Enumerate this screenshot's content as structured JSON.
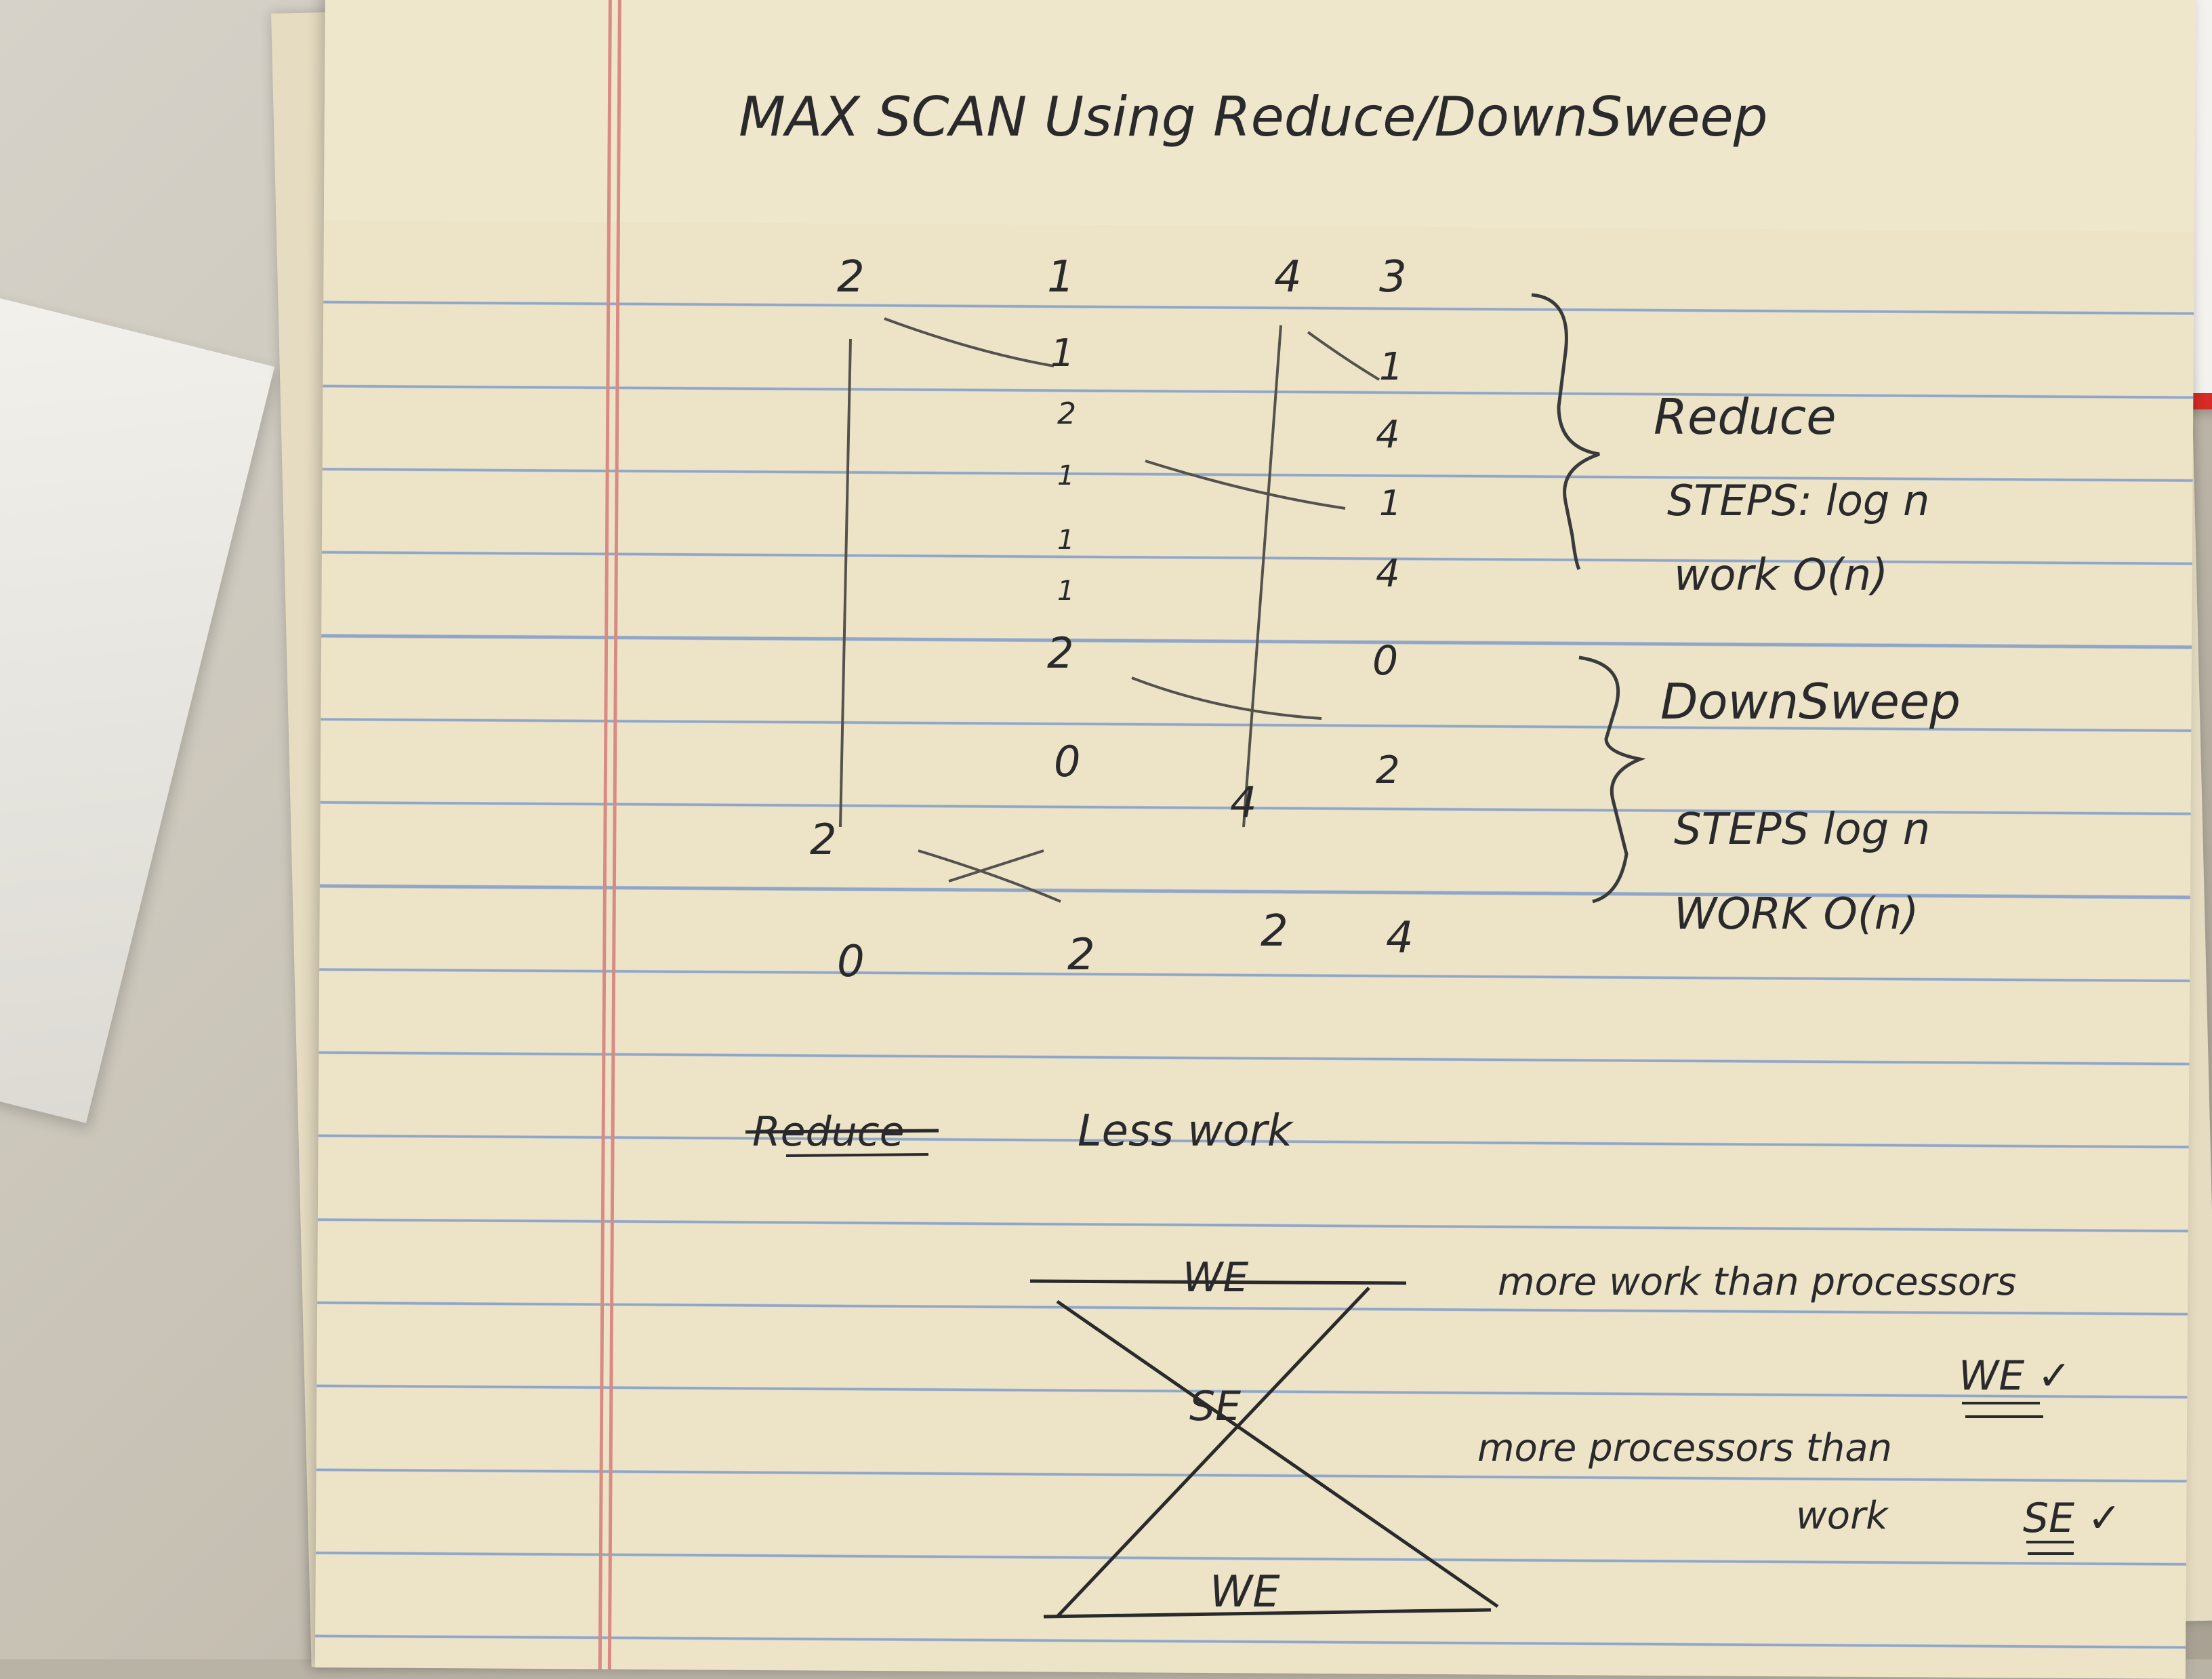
{
  "title": "MAX SCAN Using Reduce/DownSweep",
  "top_row": [
    "2",
    "1",
    "4",
    "3"
  ],
  "reduce_steps": {
    "col2": [
      "1",
      "2",
      "1",
      "1",
      "1",
      "2"
    ],
    "col4": [
      "1",
      "4",
      "1",
      "4",
      "0"
    ]
  },
  "downsweep_steps": {
    "row_a": [
      "0",
      "4",
      "2"
    ],
    "row_b": [
      "2"
    ]
  },
  "result_row": [
    "0",
    "2",
    "2",
    "4"
  ],
  "reduce_label": "Reduce",
  "reduce_steps_label": "STEPS: log n",
  "reduce_work_label": "work O(n)",
  "downsweep_label": "DownSweep",
  "downsweep_steps_label": "STEPS log n",
  "downsweep_work_label": "WORK O(n)",
  "struck_word": "Reduce",
  "less_work": "Less work",
  "hourglass": {
    "top": "WE",
    "middle": "SE",
    "bottom": "WE"
  },
  "note_top": "more work than processors",
  "note_we": "WE ✓",
  "note_bottom_1": "more processors than",
  "note_bottom_2": "work",
  "note_se": "SE ✓"
}
